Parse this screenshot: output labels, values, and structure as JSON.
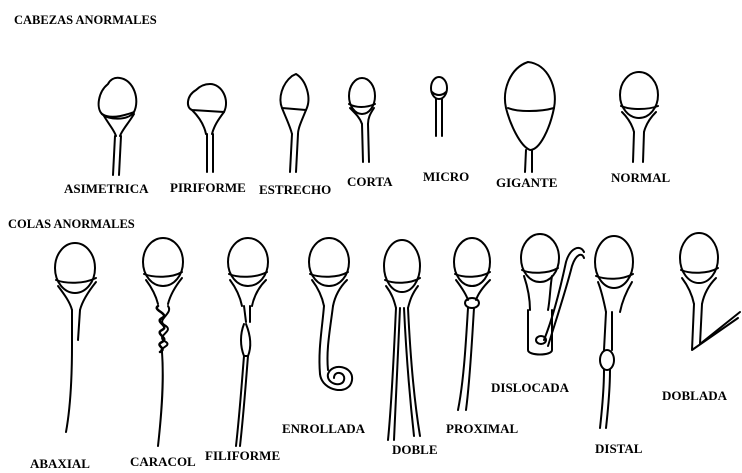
{
  "sections": {
    "heads_title": "CABEZAS ANORMALES",
    "tails_title": "COLAS ANORMALES"
  },
  "heads": [
    {
      "id": "asimetrica",
      "label": "ASIMETRICA"
    },
    {
      "id": "piriforme",
      "label": "PIRIFORME"
    },
    {
      "id": "estrecho",
      "label": "ESTRECHO"
    },
    {
      "id": "corta",
      "label": "CORTA"
    },
    {
      "id": "micro",
      "label": "MICRO"
    },
    {
      "id": "gigante",
      "label": "GIGANTE"
    },
    {
      "id": "normal",
      "label": "NORMAL"
    }
  ],
  "tails": [
    {
      "id": "abaxial",
      "label": "ABAXIAL"
    },
    {
      "id": "caracol",
      "label": "CARACOL"
    },
    {
      "id": "filiforme",
      "label": "FILIFORME"
    },
    {
      "id": "enrollada",
      "label": "ENROLLADA"
    },
    {
      "id": "doble",
      "label": "DOBLE"
    },
    {
      "id": "proximal",
      "label": "PROXIMAL"
    },
    {
      "id": "dislocada",
      "label": "DISLOCADA"
    },
    {
      "id": "distal",
      "label": "DISTAL"
    },
    {
      "id": "doblada",
      "label": "DOBLADA"
    }
  ],
  "colors": {
    "ink": "#000000",
    "background": "#ffffff"
  }
}
